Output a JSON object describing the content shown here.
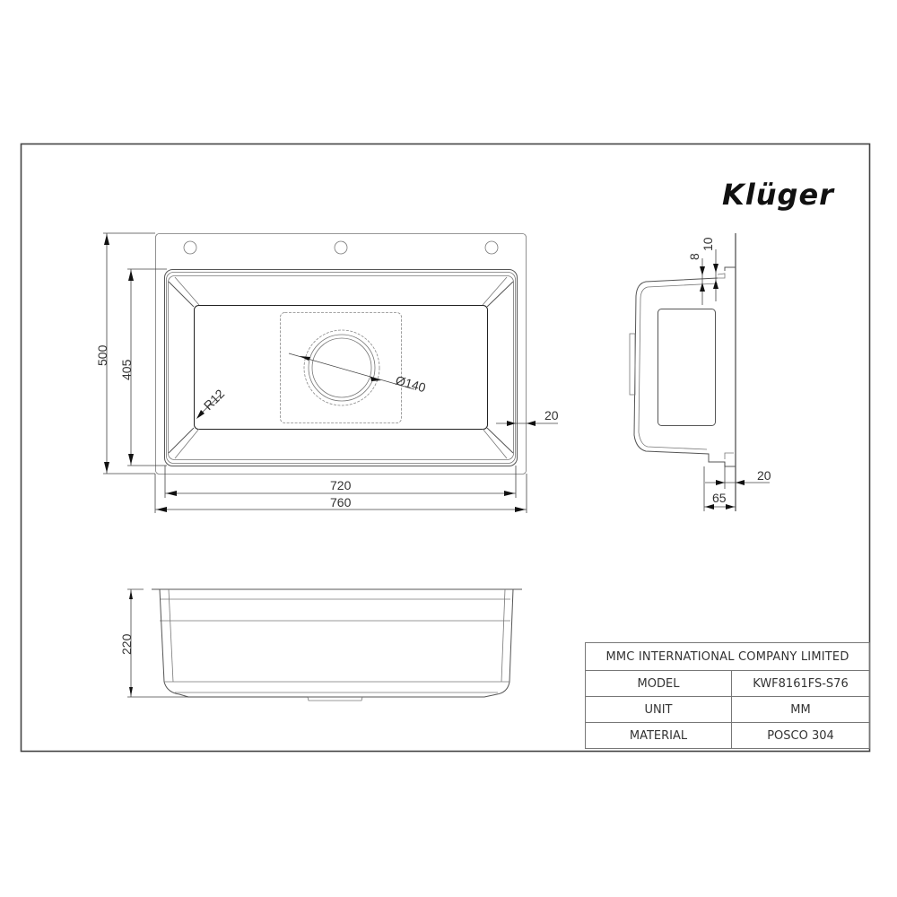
{
  "brand": {
    "logo_text": "Klüger"
  },
  "top_view": {
    "dim_overall_height": "500",
    "dim_bowl_height": "405",
    "dim_corner_radius": "R12",
    "dim_drain_diameter": "Ø140",
    "dim_rim_offset": "20",
    "dim_bowl_width": "720",
    "dim_overall_width": "760",
    "tap_holes": 3
  },
  "side_view": {
    "dim_flange_thickness": "8",
    "dim_flange_step": "10",
    "dim_lip": "20",
    "dim_flange_depth": "65"
  },
  "front_view": {
    "dim_depth": "220"
  },
  "title_block": {
    "company": "MMC INTERNATIONAL COMPANY LIMITED",
    "rows": [
      {
        "label": "MODEL",
        "value": "KWF8161FS-S76"
      },
      {
        "label": "UNIT",
        "value": "MM"
      },
      {
        "label": "MATERIAL",
        "value": "POSCO 304"
      }
    ]
  },
  "colors": {
    "line": "#555555",
    "frame": "#444444",
    "text": "#333333",
    "background": "#ffffff"
  }
}
